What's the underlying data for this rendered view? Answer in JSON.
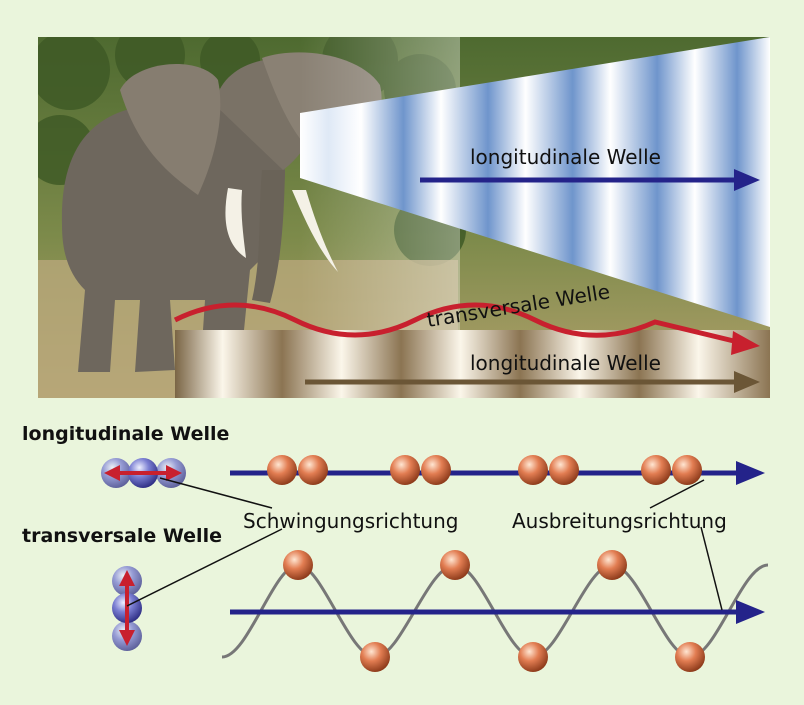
{
  "photo": {
    "air_wave_label": "longitudinale Welle",
    "ground_wave_transverse_label": "transversale Welle",
    "ground_wave_longitudinal_label": "longitudinale Welle"
  },
  "diagram": {
    "longitudinal_title": "longitudinale Welle",
    "transverse_title": "transversale Welle",
    "oscillation_label": "Schwingungsrichtung",
    "propagation_label": "Ausbreitungsrichtung"
  },
  "colors": {
    "background": "#eaf5dc",
    "arrow_blue": "#24238a",
    "arrow_red": "#c8202e",
    "arrow_brown": "#6b5636",
    "particle_orange": "#e0734a",
    "particle_purple": "#6a6cc4",
    "wave_gray": "#777777"
  }
}
